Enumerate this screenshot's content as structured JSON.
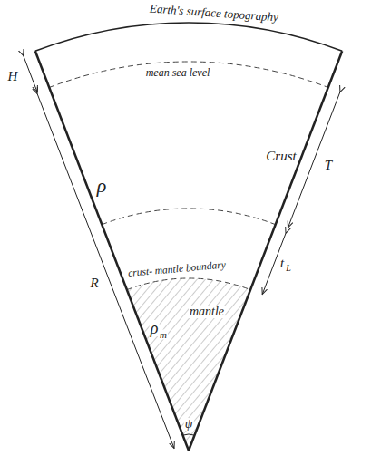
{
  "diagram": {
    "labels": [
      "Earth's surface topography",
      "mean sea level",
      "H",
      "ρ",
      "Crust",
      "T",
      "R",
      "crust- mantle boundary",
      "t",
      "L",
      "ρ",
      "m",
      "mantle",
      "ψ"
    ]
  }
}
